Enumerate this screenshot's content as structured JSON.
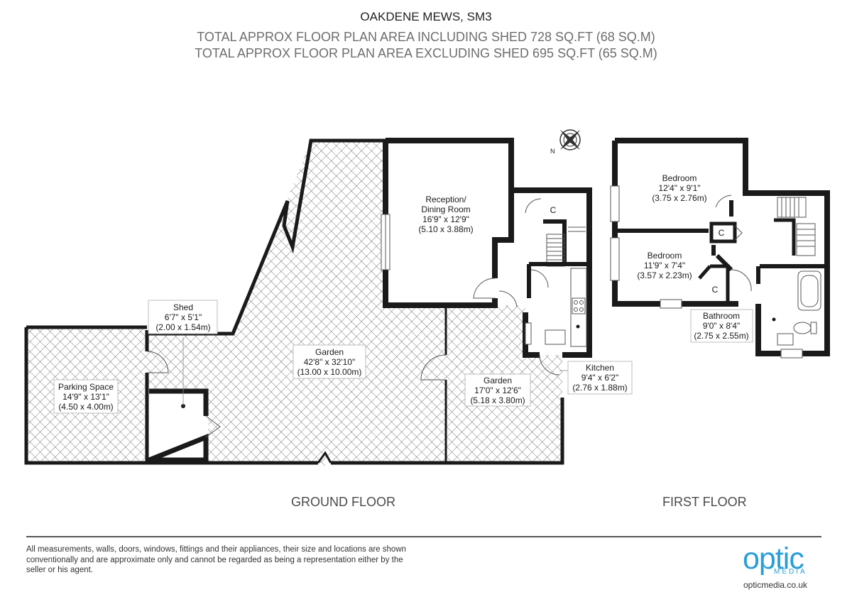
{
  "header": {
    "title": "OAKDENE MEWS, SM3",
    "area_including_shed": "TOTAL APPROX FLOOR PLAN AREA INCLUDING SHED 728 SQ.FT (68 SQ.M)",
    "area_excluding_shed": "TOTAL APPROX FLOOR PLAN AREA EXCLUDING SHED 695 SQ.FT (65 SQ.M)"
  },
  "compass": {
    "label": "N"
  },
  "ground_floor": {
    "name": "GROUND FLOOR",
    "rooms": {
      "reception": {
        "name1": "Reception/",
        "name2": "Dining Room",
        "imperial": "16'9\" x 12'9\"",
        "metric": "(5.10 x 3.88m)"
      },
      "garden_main": {
        "name": "Garden",
        "imperial": "42'8\" x 32'10\"",
        "metric": "(13.00 x 10.00m)"
      },
      "garden_small": {
        "name": "Garden",
        "imperial": "17'0\" x 12'6\"",
        "metric": "(5.18 x 3.80m)"
      },
      "kitchen": {
        "name": "Kitchen",
        "imperial": "9'4\" x 6'2\"",
        "metric": "(2.76 x 1.88m)"
      },
      "shed": {
        "name": "Shed",
        "imperial": "6'7\" x 5'1\"",
        "metric": "(2.00 x 1.54m)"
      },
      "parking": {
        "name": "Parking Space",
        "imperial": "14'9\" x 13'1\"",
        "metric": "(4.50 x 4.00m)"
      },
      "cupboard": {
        "name": "C"
      }
    }
  },
  "first_floor": {
    "name": "FIRST FLOOR",
    "rooms": {
      "bedroom1": {
        "name": "Bedroom",
        "imperial": "12'4\" x 9'1\"",
        "metric": "(3.75 x 2.76m)"
      },
      "bedroom2": {
        "name": "Bedroom",
        "imperial": "11'9\" x 7'4\"",
        "metric": "(3.57 x 2.23m)"
      },
      "bathroom": {
        "name": "Bathroom",
        "imperial": "9'0\" x 8'4\"",
        "metric": "(2.75 x 2.55m)"
      },
      "cupboard_a": {
        "name": "C"
      },
      "cupboard_b": {
        "name": "C"
      }
    }
  },
  "footer": {
    "disclaimer": "All measurements, walls, doors, windows, fittings and their appliances, their size and locations are shown conventionally and are approximate only and cannot be regarded as being a representation either by the seller or his agent.",
    "logo_word": "optic",
    "logo_sub": "MEDIA",
    "website": "opticmedia.co.uk"
  },
  "colors": {
    "wall": "#1a1a1a",
    "hatch": "#4a4a4a",
    "logo": "#2a9fd8",
    "label_border": "#bdbdbd"
  }
}
